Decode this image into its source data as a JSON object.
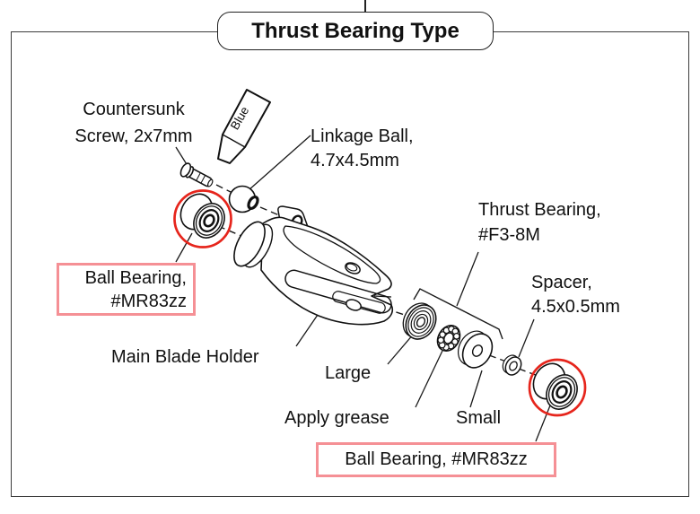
{
  "title": "Thrust Bearing Type",
  "colors": {
    "highlight_circle_red": "#e6251c",
    "callout_box_border": "#f59095",
    "line_black": "#1a1a1a"
  },
  "labels": {
    "countersunk_screw": {
      "line1": "Countersunk",
      "line2": "Screw, 2x7mm"
    },
    "linkage_ball": {
      "line1": "Linkage Ball,",
      "line2": "4.7x4.5mm"
    },
    "thrust_bearing": {
      "line1": "Thrust Bearing,",
      "line2": "#F3-8M"
    },
    "spacer": {
      "line1": "Spacer,",
      "line2": "4.5x0.5mm"
    },
    "ball_bearing_left": {
      "line1": "Ball Bearing,",
      "line2": "#MR83zz"
    },
    "ball_bearing_right": "Ball Bearing, #MR83zz",
    "main_blade_holder": "Main Blade Holder",
    "large": "Large",
    "apply_grease": "Apply grease",
    "small": "Small",
    "threadlock": "Blue"
  }
}
